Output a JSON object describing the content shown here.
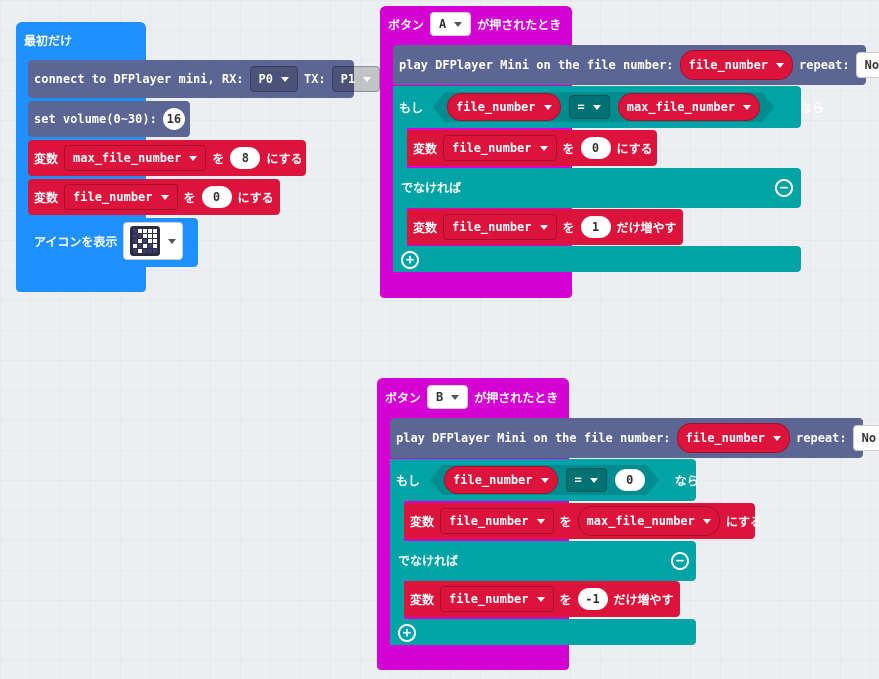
{
  "on_start": {
    "header": "最初だけ",
    "connect": {
      "label": "connect to DFPlayer mini, RX:",
      "rx": "P0",
      "tx_label": "TX:",
      "tx": "P1"
    },
    "volume": {
      "label": "set volume(0~30):",
      "value": "16"
    },
    "set_max": {
      "var_label": "変数",
      "var": "max_file_number",
      "wo": "を",
      "value": "8",
      "suru": "にする"
    },
    "set_file": {
      "var_label": "変数",
      "var": "file_number",
      "wo": "を",
      "value": "0",
      "suru": "にする"
    },
    "show_icon": {
      "label": "アイコンを表示"
    }
  },
  "button_a": {
    "header_prefix": "ボタン",
    "button": "A",
    "header_suffix": "が押されたとき",
    "play": {
      "label": "play DFPlayer Mini on the file number:",
      "var": "file_number",
      "repeat_label": "repeat:",
      "repeat": "No"
    },
    "if": {
      "moshi": "もし",
      "left": "file_number",
      "op": "=",
      "right": "max_file_number",
      "nara": "なら"
    },
    "then": {
      "var_label": "変数",
      "var": "file_number",
      "wo": "を",
      "value": "0",
      "suru": "にする"
    },
    "else_label": "でなければ",
    "else": {
      "var_label": "変数",
      "var": "file_number",
      "wo": "を",
      "value": "1",
      "suffix": "だけ増やす"
    }
  },
  "button_b": {
    "header_prefix": "ボタン",
    "button": "B",
    "header_suffix": "が押されたとき",
    "play": {
      "label": "play DFPlayer Mini on the file number:",
      "var": "file_number",
      "repeat_label": "repeat:",
      "repeat": "No"
    },
    "if": {
      "moshi": "もし",
      "left": "file_number",
      "op": "=",
      "right": "0",
      "nara": "なら"
    },
    "then": {
      "var_label": "変数",
      "var": "file_number",
      "wo": "を",
      "value": "max_file_number",
      "suru": "にする"
    },
    "else_label": "でなければ",
    "else": {
      "var_label": "変数",
      "var": "file_number",
      "wo": "を",
      "value": "-1",
      "suffix": "だけ増やす"
    }
  },
  "icons": {
    "minus": "minus-circle-icon",
    "plus": "plus-circle-icon",
    "dropdown": "caret-down-icon",
    "led": "led-icon-grid"
  }
}
